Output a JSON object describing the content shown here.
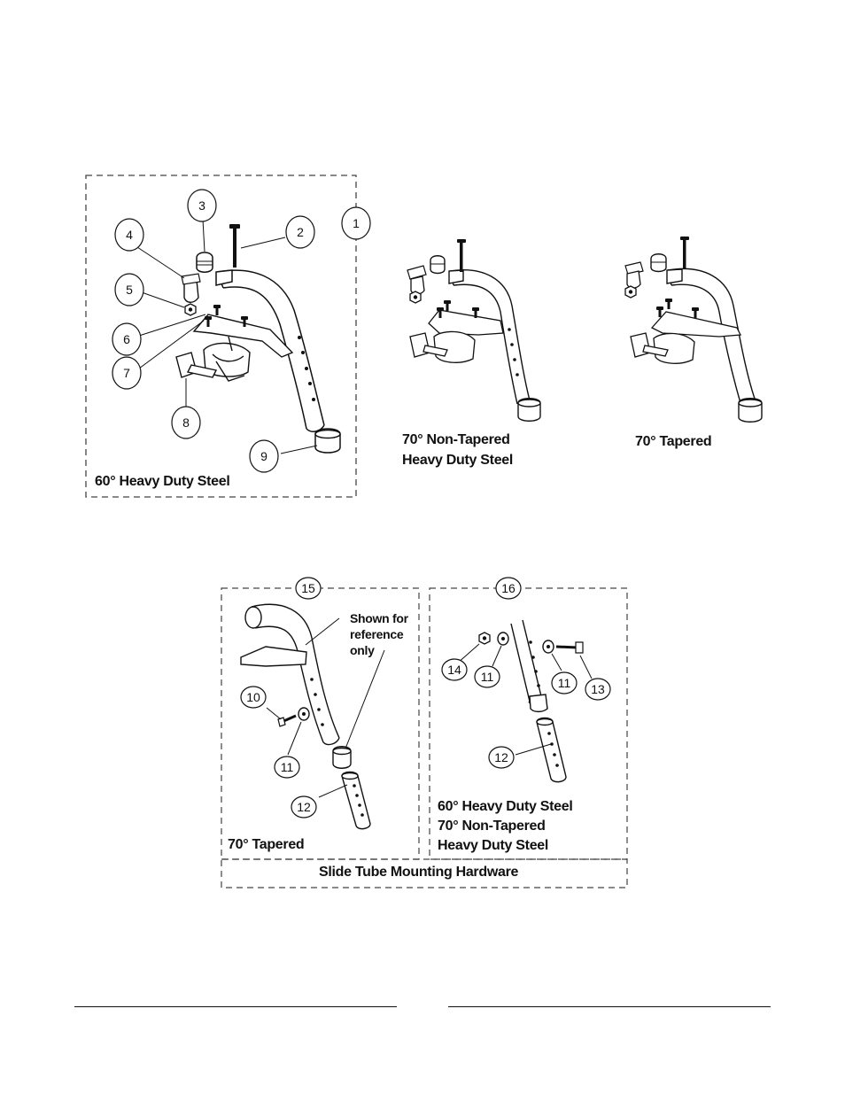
{
  "callouts": {
    "c1": "1",
    "c2": "2",
    "c3": "3",
    "c4": "4",
    "c5": "5",
    "c6": "6",
    "c7": "7",
    "c8": "8",
    "c9": "9",
    "c10": "10",
    "c11a": "11",
    "c11b": "11",
    "c11c": "11",
    "c12a": "12",
    "c12b": "12",
    "c13": "13",
    "c14": "14",
    "c15": "15",
    "c16": "16"
  },
  "labels": {
    "sixty_hd_steel": "60° Heavy Duty Steel",
    "seventy_nontapered_line1": "70° Non-Tapered",
    "seventy_nontapered_line2": "Heavy Duty Steel",
    "seventy_tapered_top": "70°  Tapered",
    "seventy_tapered_box": "70° Tapered",
    "box16_line1": "60° Heavy Duty Steel",
    "box16_line2": "70° Non-Tapered",
    "box16_line3": "Heavy Duty Steel",
    "slide_tube_hardware": "Slide Tube Mounting Hardware",
    "reference_note_line1": "Shown for",
    "reference_note_line2": "reference",
    "reference_note_line3": "only"
  }
}
